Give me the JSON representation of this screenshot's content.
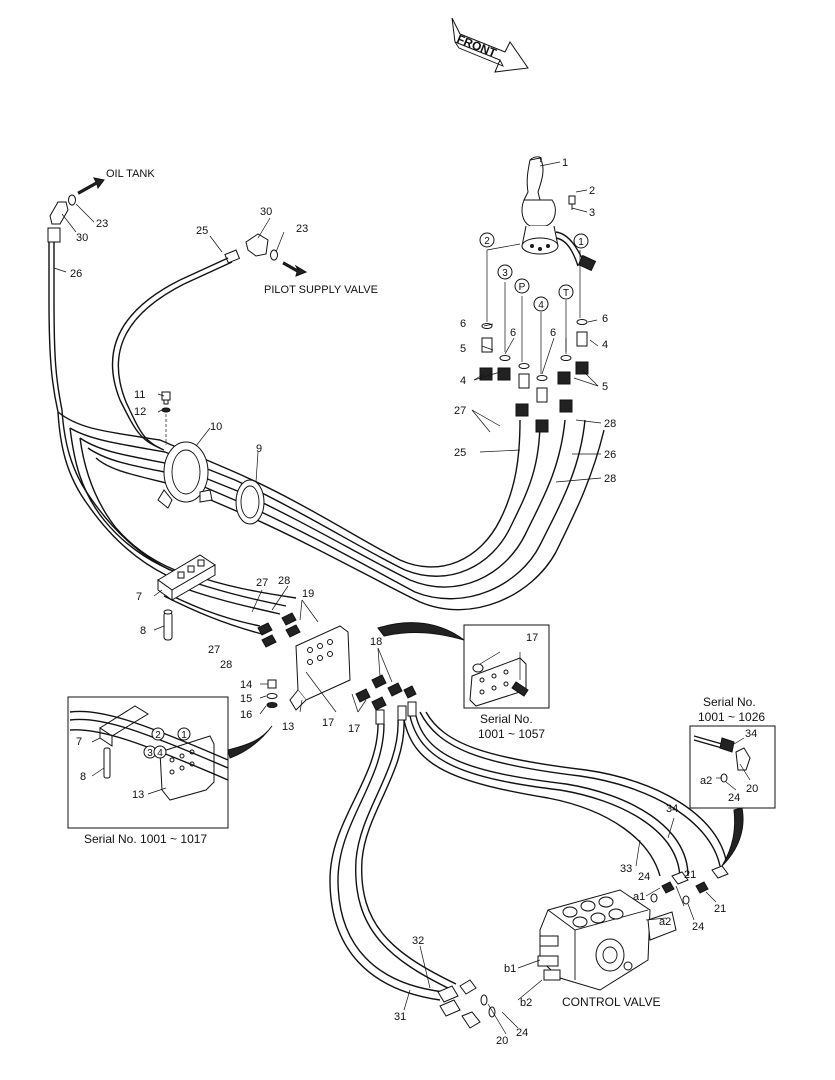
{
  "direction_arrow": {
    "label": "FRONT"
  },
  "destinations": {
    "oil_tank": "OIL TANK",
    "pilot_supply_valve": "PILOT SUPPLY VALVE",
    "control_valve": "CONTROL VALVE"
  },
  "insets": {
    "bracket_serial": "Serial No. 1001 ~ 1017",
    "valve_serial_line1": "Serial No.",
    "valve_serial_line2": "1001 ~ 1057",
    "elbow_serial_line1": "Serial No.",
    "elbow_serial_line2": "1001 ~ 1026"
  },
  "part_numbers": {
    "p1": "1",
    "p2": "2",
    "p3": "3",
    "p4": "4",
    "p5": "5",
    "p6": "6",
    "p7": "7",
    "p8": "8",
    "p9": "9",
    "p10": "10",
    "p11": "11",
    "p12": "12",
    "p13": "13",
    "p14": "14",
    "p15": "15",
    "p16": "16",
    "p17": "17",
    "p18": "18",
    "p19": "19",
    "p20": "20",
    "p21": "21",
    "p23": "23",
    "p24": "24",
    "p25": "25",
    "p26": "26",
    "p27": "27",
    "p28": "28",
    "p30": "30",
    "p31": "31",
    "p32": "32",
    "p33": "33",
    "p34": "34"
  },
  "port_labels": {
    "a1": "a1",
    "a2": "a2",
    "b1": "b1",
    "b2": "b2"
  },
  "circled_markers": {
    "c1": "1",
    "c2": "2",
    "c3": "3",
    "c4": "4",
    "cP": "P",
    "cT": "T"
  }
}
